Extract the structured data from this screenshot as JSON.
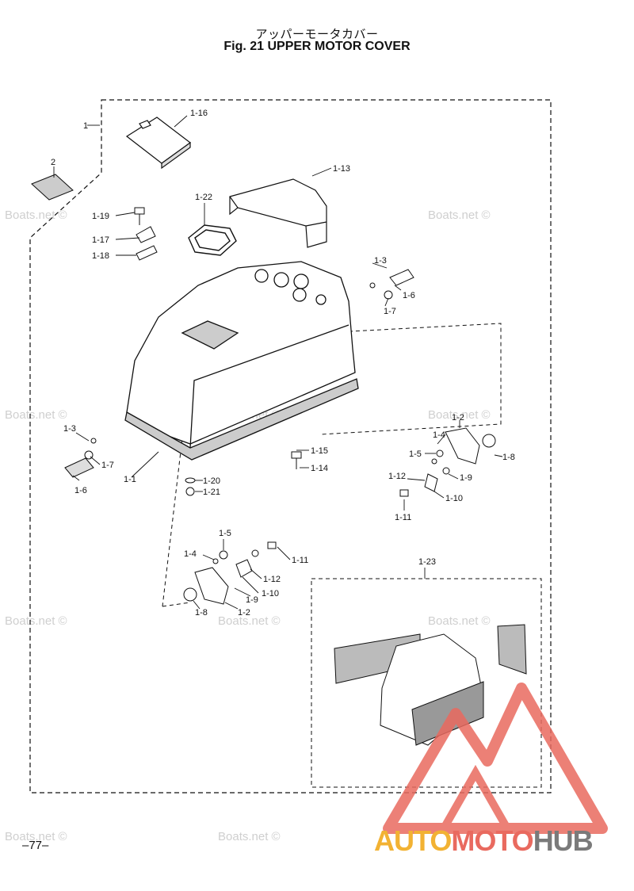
{
  "header": {
    "title_jp": "アッパーモータカバー",
    "title_en": "Fig. 21   UPPER MOTOR COVER"
  },
  "labels": {
    "l1": "1",
    "l2": "2",
    "l1_16": "1-16",
    "l1_13": "1-13",
    "l1_22": "1-22",
    "l1_19": "1-19",
    "l1_17": "1-17",
    "l1_18": "1-18",
    "l1_3a": "1-3",
    "l1_6a": "1-6",
    "l1_7a": "1-7",
    "l1_3b": "1-3",
    "l1_7b": "1-7",
    "l1_6b": "1-6",
    "l1_1": "1-1",
    "l1_15": "1-15",
    "l1_14": "1-14",
    "l1_20": "1-20",
    "l1_21": "1-21",
    "l1_2a": "1-2",
    "l1_4a": "1-4",
    "l1_5a": "1-5",
    "l1_8a": "1-8",
    "l1_9a": "1-9",
    "l1_12a": "1-12",
    "l1_10a": "1-10",
    "l1_11a": "1-11",
    "l1_5b": "1-5",
    "l1_4b": "1-4",
    "l1_11b": "1-11",
    "l1_12b": "1-12",
    "l1_10b": "1-10",
    "l1_9b": "1-9",
    "l1_8b": "1-8",
    "l1_2b": "1-2",
    "l1_23": "1-23"
  },
  "watermark": "Boats.net ©",
  "footer": {
    "page_number": "–77–",
    "brand_part1": "AUTO",
    "brand_part2": "MOTO",
    "brand_part3": "HUB"
  },
  "colors": {
    "line": "#111111",
    "watermark": "#cfcfcf",
    "brand_yellow": "#f2b233",
    "brand_red": "#e96a5f",
    "brand_gray": "#7a7a7a"
  }
}
